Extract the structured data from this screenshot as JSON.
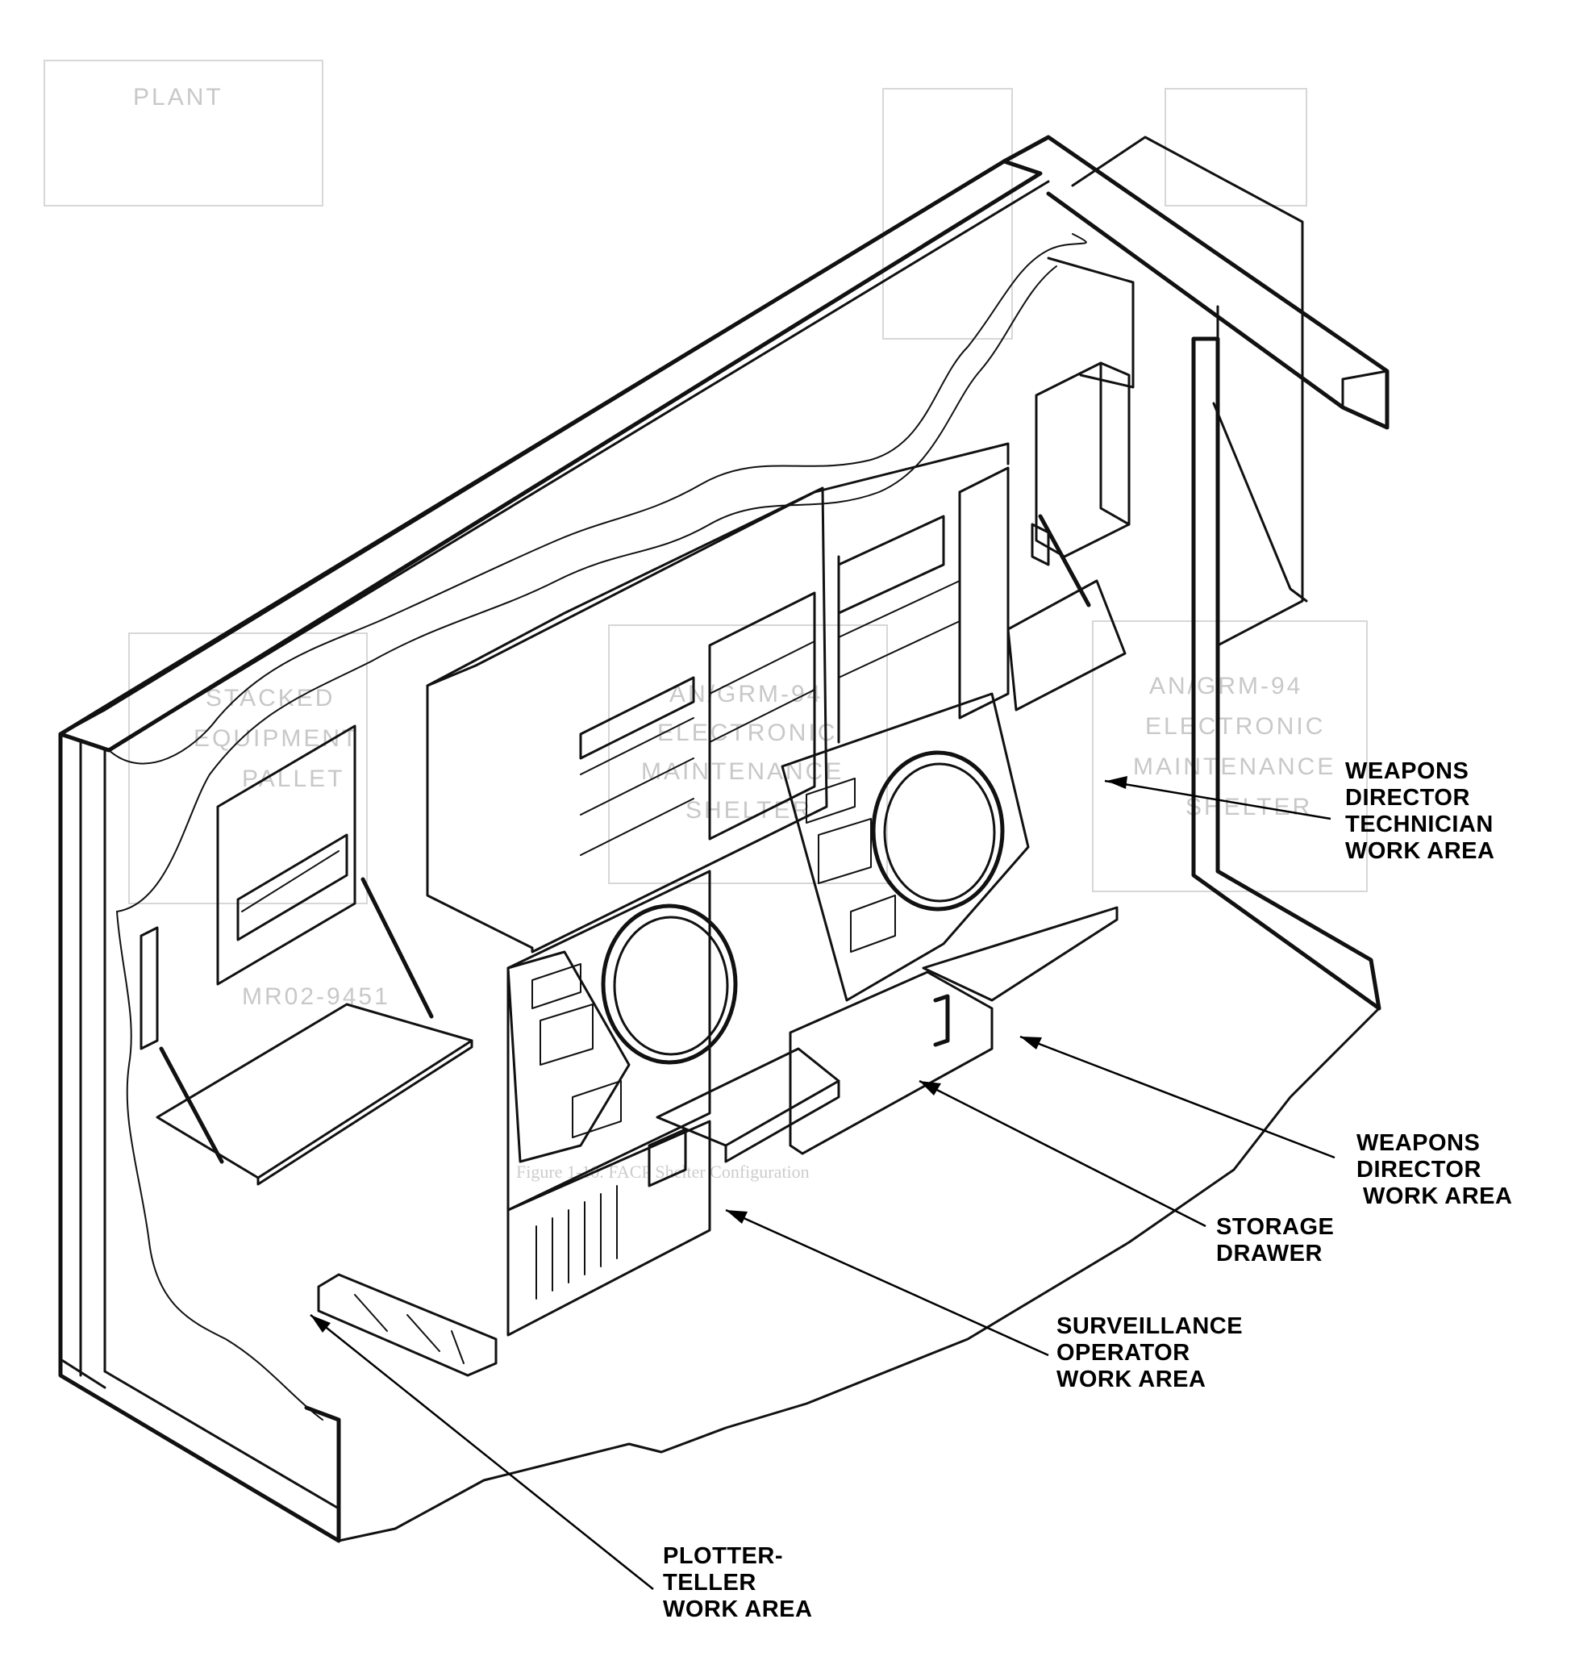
{
  "callouts": [
    {
      "id": "weapons-director-technician",
      "lines": [
        "WEAPONS",
        "DIRECTOR",
        "TECHNICIAN",
        "WORK AREA"
      ]
    },
    {
      "id": "weapons-director",
      "lines": [
        "WEAPONS",
        "DIRECTOR",
        "WORK AREA"
      ]
    },
    {
      "id": "storage-drawer",
      "lines": [
        "STORAGE",
        "DRAWER"
      ]
    },
    {
      "id": "surveillance-operator",
      "lines": [
        "SURVEILLANCE",
        "OPERATOR",
        "WORK AREA"
      ]
    },
    {
      "id": "plotter-teller",
      "lines": [
        "PLOTTER-",
        "TELLER",
        "WORK AREA"
      ]
    }
  ],
  "bleed_through": {
    "box_left": [
      "STACKED",
      "EQUIPMENT",
      "PALLET"
    ],
    "box_middle": [
      "AN/GRM-94",
      "ELECTRONIC",
      "MAINTENANCE",
      "SHELTER"
    ],
    "box_right": [
      "AN/GRM-94",
      "ELECTRONIC",
      "MAINTENANCE",
      "SHELTER"
    ],
    "top_box": "PLANT",
    "serial": "MR02-9451",
    "caption": "Figure 1-10. FACP Shelter Configuration"
  }
}
